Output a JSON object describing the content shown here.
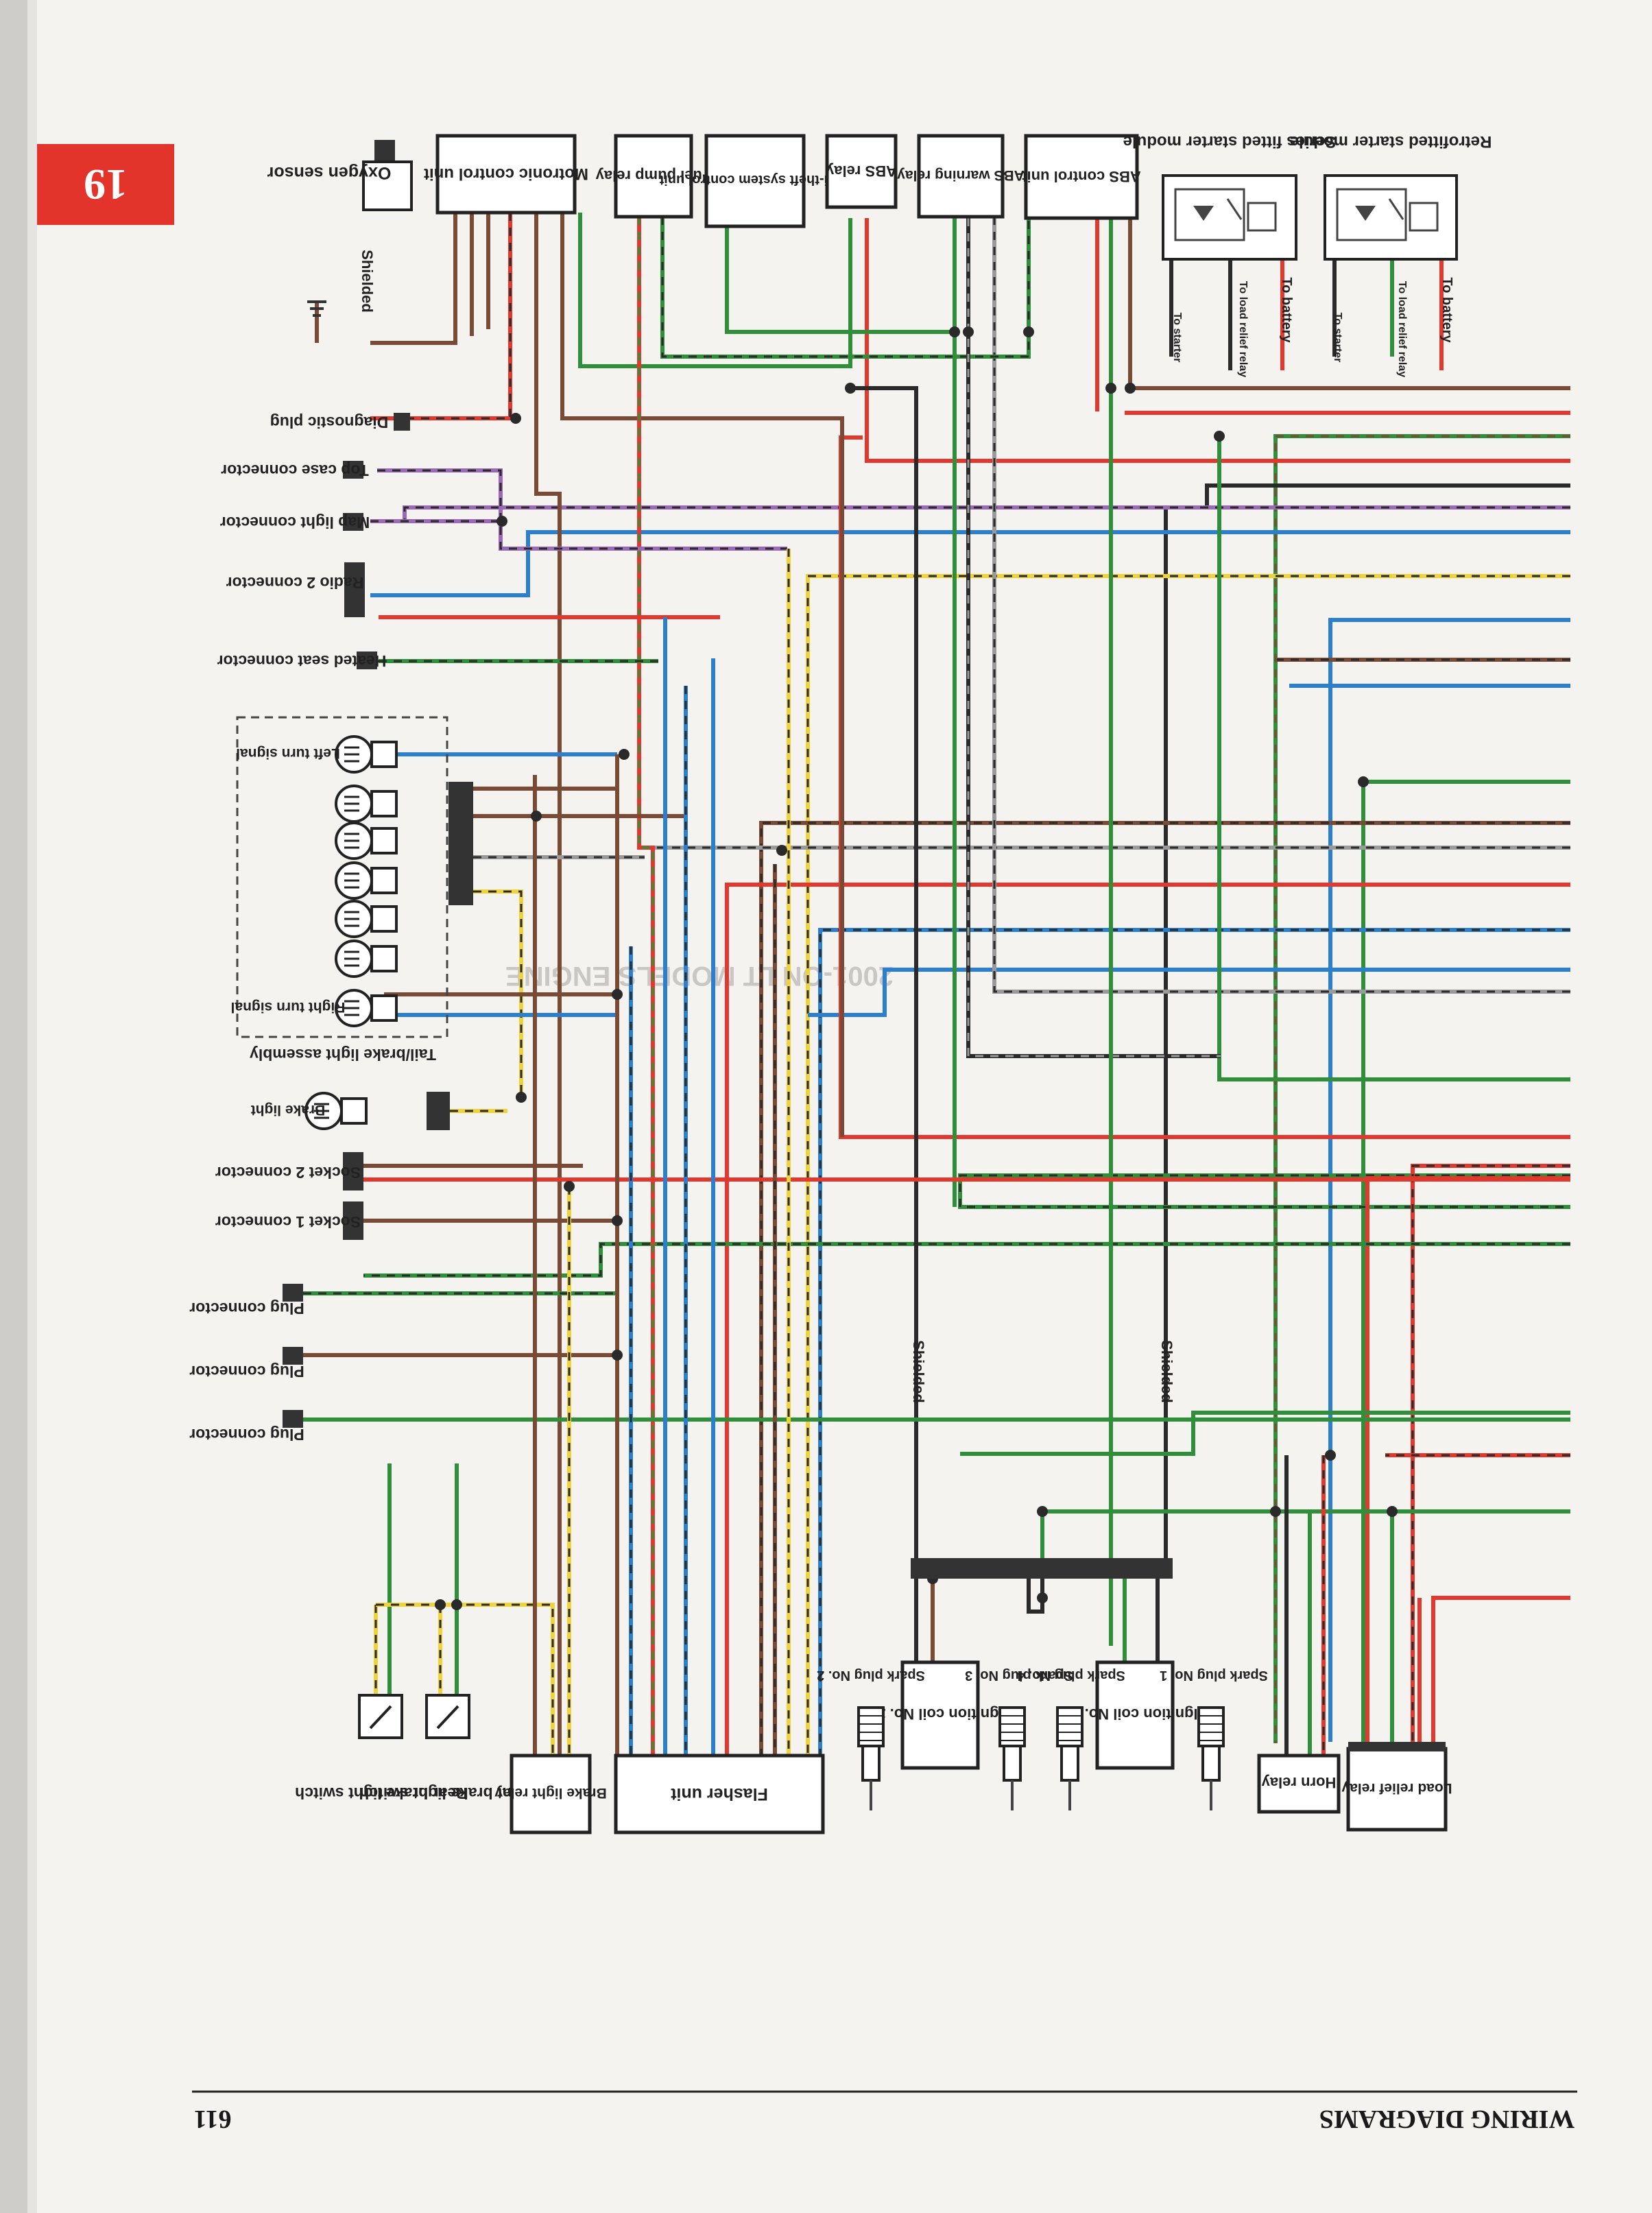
{
  "page": {
    "section_number": "19",
    "footer_title": "WIRING DIAGRAMS",
    "page_number": "611",
    "bleed_title": "2001-ON LT MODELS ENGINE"
  },
  "top_units": {
    "oxygen_sensor": "Oxygen sensor",
    "motronic": "Motronic control unit",
    "fuel_pump_relay": "Fuel pump relay",
    "anti_theft": "Anti-theft system control unit",
    "abs_relay": "ABS relay",
    "abs_warning_relay": "ABS warning relay",
    "abs_control_unit": "ABS control unit",
    "series_fitted": "Series fitted starter module",
    "retrofitted": "Retrofitted starter module"
  },
  "starter_labels": {
    "to_battery": "To battery",
    "to_load_relief_relay": "To load relief relay",
    "to_starter": "To starter"
  },
  "left_connectors": {
    "diagnostic_plug": "Diagnostic plug",
    "top_case": "Top case connector",
    "map_light": "Map light connector",
    "radio2": "Radio 2 connector",
    "heated_seat": "Heated seat connector",
    "left_turn": "Left turn signal",
    "right_turn": "Right turn signal",
    "tailbrake_assembly": "Tail/brake light assembly",
    "brake_light": "Brake light",
    "socket2": "Socket 2 connector",
    "socket1": "Socket 1 connector",
    "plug_connector": "Plug connector"
  },
  "bottom_units": {
    "rear_switch": "Rear brake light switch",
    "front_switch": "Front brake light switch",
    "brake_light_relay": "Brake light relay",
    "flasher": "Flasher unit",
    "ignition_coil_2": "Ignition coil No. 2",
    "ignition_coil_1": "Ignition coil No. 1",
    "spark_no2": "Spark plug No. 2",
    "spark_no3": "Spark plug No. 3",
    "spark_no4": "Spark plug No. 4",
    "spark_no1": "Spark plug No. 1",
    "horn_relay": "Horn relay",
    "load_relief_relay": "Load relief relay",
    "shielded": "Shielded"
  },
  "colors": {
    "red": "#e2382e",
    "brown": "#7a4a35",
    "green": "#2f8f3b",
    "blue": "#2b7fd0",
    "black": "#2a2a2a",
    "yellow": "#f0d23a",
    "purple": "#9a6ab8",
    "grey": "#9a9a9a",
    "section_tab": "#e3342c"
  }
}
